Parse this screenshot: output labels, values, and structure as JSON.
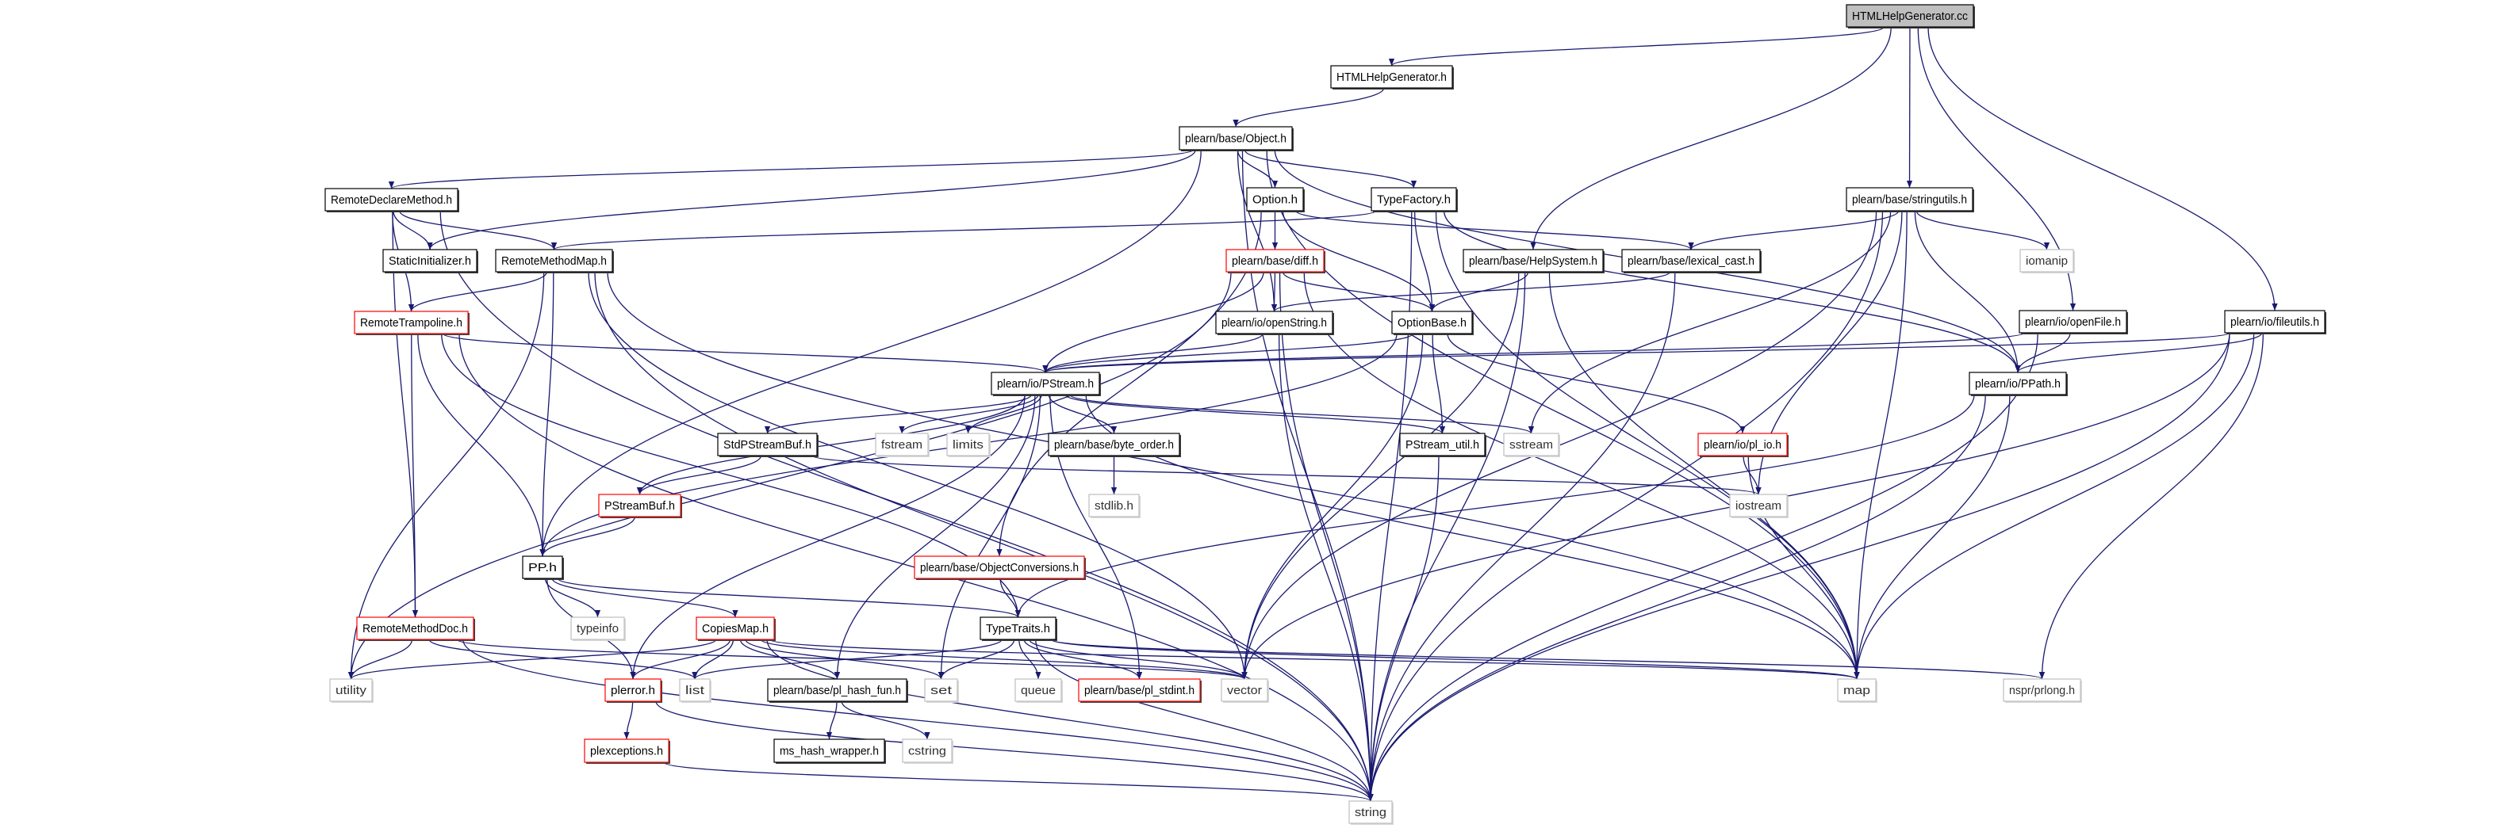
{
  "colors": {
    "edge": "#191970",
    "highlight_border": "#ff0000",
    "system_border": "#bfbfbf",
    "root_fill": "#bfbfbf"
  },
  "nodes": [
    {
      "id": "cc",
      "label": "HTMLHelpGenerator.cc",
      "style": "root"
    },
    {
      "id": "hgh",
      "label": "HTMLHelpGenerator.h",
      "style": "normal"
    },
    {
      "id": "obj",
      "label": "plearn/base/Object.h",
      "style": "normal"
    },
    {
      "id": "rdm",
      "label": "RemoteDeclareMethod.h",
      "style": "normal"
    },
    {
      "id": "opt",
      "label": "Option.h",
      "style": "normal"
    },
    {
      "id": "tf",
      "label": "TypeFactory.h",
      "style": "normal"
    },
    {
      "id": "su",
      "label": "plearn/base/stringutils.h",
      "style": "normal"
    },
    {
      "id": "si",
      "label": "StaticInitializer.h",
      "style": "normal"
    },
    {
      "id": "rmm",
      "label": "RemoteMethodMap.h",
      "style": "normal"
    },
    {
      "id": "diff",
      "label": "plearn/base/diff.h",
      "style": "red"
    },
    {
      "id": "hs",
      "label": "plearn/base/HelpSystem.h",
      "style": "normal"
    },
    {
      "id": "lc",
      "label": "plearn/base/lexical_cast.h",
      "style": "normal"
    },
    {
      "id": "iom",
      "label": "iomanip",
      "style": "gray"
    },
    {
      "id": "rt",
      "label": "RemoteTrampoline.h",
      "style": "red"
    },
    {
      "id": "os",
      "label": "plearn/io/openString.h",
      "style": "normal"
    },
    {
      "id": "ob",
      "label": "OptionBase.h",
      "style": "normal"
    },
    {
      "id": "of",
      "label": "plearn/io/openFile.h",
      "style": "normal"
    },
    {
      "id": "fu",
      "label": "plearn/io/fileutils.h",
      "style": "normal"
    },
    {
      "id": "ps",
      "label": "plearn/io/PStream.h",
      "style": "normal"
    },
    {
      "id": "ppath",
      "label": "plearn/io/PPath.h",
      "style": "normal"
    },
    {
      "id": "spb",
      "label": "StdPStreamBuf.h",
      "style": "normal"
    },
    {
      "id": "fst",
      "label": "fstream",
      "style": "gray"
    },
    {
      "id": "lim",
      "label": "limits",
      "style": "gray"
    },
    {
      "id": "bo",
      "label": "plearn/base/byte_order.h",
      "style": "normal"
    },
    {
      "id": "psu",
      "label": "PStream_util.h",
      "style": "normal"
    },
    {
      "id": "ss",
      "label": "sstream",
      "style": "gray"
    },
    {
      "id": "plio",
      "label": "plearn/io/pl_io.h",
      "style": "red"
    },
    {
      "id": "ios",
      "label": "iostream",
      "style": "gray"
    },
    {
      "id": "psb",
      "label": "PStreamBuf.h",
      "style": "red"
    },
    {
      "id": "std",
      "label": "stdlib.h",
      "style": "gray"
    },
    {
      "id": "pph",
      "label": "PP.h",
      "style": "normal"
    },
    {
      "id": "oc",
      "label": "plearn/base/ObjectConversions.h",
      "style": "red"
    },
    {
      "id": "rmd",
      "label": "RemoteMethodDoc.h",
      "style": "red"
    },
    {
      "id": "ti",
      "label": "typeinfo",
      "style": "gray"
    },
    {
      "id": "cm",
      "label": "CopiesMap.h",
      "style": "red"
    },
    {
      "id": "tt",
      "label": "TypeTraits.h",
      "style": "normal"
    },
    {
      "id": "util",
      "label": "utility",
      "style": "gray"
    },
    {
      "id": "plerr",
      "label": "plerror.h",
      "style": "red"
    },
    {
      "id": "list",
      "label": "list",
      "style": "gray"
    },
    {
      "id": "phf",
      "label": "plearn/base/pl_hash_fun.h",
      "style": "normal"
    },
    {
      "id": "set",
      "label": "set",
      "style": "gray"
    },
    {
      "id": "queue",
      "label": "queue",
      "style": "gray"
    },
    {
      "id": "plstd",
      "label": "plearn/base/pl_stdint.h",
      "style": "red"
    },
    {
      "id": "vec",
      "label": "vector",
      "style": "gray"
    },
    {
      "id": "map",
      "label": "map",
      "style": "gray"
    },
    {
      "id": "nspr",
      "label": "nspr/prlong.h",
      "style": "gray"
    },
    {
      "id": "plex",
      "label": "plexceptions.h",
      "style": "red"
    },
    {
      "id": "msh",
      "label": "ms_hash_wrapper.h",
      "style": "normal"
    },
    {
      "id": "cstr",
      "label": "cstring",
      "style": "gray"
    },
    {
      "id": "str",
      "label": "string",
      "style": "gray"
    }
  ],
  "edges": [
    [
      "cc",
      "hgh"
    ],
    [
      "cc",
      "hs"
    ],
    [
      "cc",
      "su"
    ],
    [
      "cc",
      "of"
    ],
    [
      "cc",
      "fu"
    ],
    [
      "hgh",
      "obj"
    ],
    [
      "obj",
      "rdm"
    ],
    [
      "obj",
      "si"
    ],
    [
      "obj",
      "pph"
    ],
    [
      "obj",
      "str"
    ],
    [
      "obj",
      "opt"
    ],
    [
      "obj",
      "tf"
    ],
    [
      "obj",
      "os"
    ],
    [
      "obj",
      "map"
    ],
    [
      "obj",
      "ppath"
    ],
    [
      "opt",
      "ob"
    ],
    [
      "opt",
      "diff"
    ],
    [
      "opt",
      "oc"
    ],
    [
      "opt",
      "lc"
    ],
    [
      "tf",
      "rmm"
    ],
    [
      "tf",
      "ob"
    ],
    [
      "tf",
      "ppath"
    ],
    [
      "tf",
      "map"
    ],
    [
      "tf",
      "str"
    ],
    [
      "su",
      "lc"
    ],
    [
      "su",
      "iom"
    ],
    [
      "su",
      "ss"
    ],
    [
      "su",
      "ios"
    ],
    [
      "su",
      "vec"
    ],
    [
      "su",
      "map"
    ],
    [
      "su",
      "str"
    ],
    [
      "su",
      "ppath"
    ],
    [
      "rdm",
      "si"
    ],
    [
      "rdm",
      "rmm"
    ],
    [
      "rdm",
      "rt"
    ],
    [
      "rdm",
      "rmd"
    ],
    [
      "rdm",
      "str"
    ],
    [
      "rmm",
      "rt"
    ],
    [
      "rmm",
      "pph"
    ],
    [
      "rmm",
      "util"
    ],
    [
      "rmm",
      "str"
    ],
    [
      "rmm",
      "map"
    ],
    [
      "rmm",
      "vec"
    ],
    [
      "diff",
      "os"
    ],
    [
      "diff",
      "ob"
    ],
    [
      "diff",
      "ps"
    ],
    [
      "diff",
      "str"
    ],
    [
      "diff",
      "map"
    ],
    [
      "diff",
      "util"
    ],
    [
      "hs",
      "ob"
    ],
    [
      "hs",
      "vec"
    ],
    [
      "hs",
      "map"
    ],
    [
      "hs",
      "str"
    ],
    [
      "lc",
      "os"
    ],
    [
      "lc",
      "str"
    ],
    [
      "rt",
      "ps"
    ],
    [
      "rt",
      "pph"
    ],
    [
      "rt",
      "rmd"
    ],
    [
      "rt",
      "tt"
    ],
    [
      "rt",
      "str"
    ],
    [
      "os",
      "ps"
    ],
    [
      "os",
      "str"
    ],
    [
      "ob",
      "ps"
    ],
    [
      "ob",
      "psu"
    ],
    [
      "ob",
      "vec"
    ],
    [
      "ob",
      "plio"
    ],
    [
      "ob",
      "pph"
    ],
    [
      "of",
      "ps"
    ],
    [
      "of",
      "ppath"
    ],
    [
      "of",
      "str"
    ],
    [
      "fu",
      "ps"
    ],
    [
      "fu",
      "ppath"
    ],
    [
      "fu",
      "vec"
    ],
    [
      "fu",
      "map"
    ],
    [
      "fu",
      "nspr"
    ],
    [
      "fu",
      "str"
    ],
    [
      "ps",
      "spb"
    ],
    [
      "ps",
      "fst"
    ],
    [
      "ps",
      "lim"
    ],
    [
      "ps",
      "bo"
    ],
    [
      "ps",
      "psu"
    ],
    [
      "ps",
      "ss"
    ],
    [
      "ps",
      "map"
    ],
    [
      "ps",
      "set"
    ],
    [
      "ps",
      "plstd"
    ],
    [
      "ps",
      "phf"
    ],
    [
      "ps",
      "plerr"
    ],
    [
      "ps",
      "psb"
    ],
    [
      "ppath",
      "tt"
    ],
    [
      "ppath",
      "map"
    ],
    [
      "ppath",
      "str"
    ],
    [
      "psu",
      "str"
    ],
    [
      "plio",
      "ios"
    ],
    [
      "plio",
      "map"
    ],
    [
      "spb",
      "psb"
    ],
    [
      "spb",
      "ios"
    ],
    [
      "bo",
      "std"
    ],
    [
      "psb",
      "pph"
    ],
    [
      "oc",
      "tt"
    ],
    [
      "pph",
      "ti"
    ],
    [
      "pph",
      "cm"
    ],
    [
      "pph",
      "tt"
    ],
    [
      "pph",
      "plerr"
    ],
    [
      "rmd",
      "util"
    ],
    [
      "rmd",
      "list"
    ],
    [
      "rmd",
      "vec"
    ],
    [
      "rmd",
      "str"
    ],
    [
      "cm",
      "util"
    ],
    [
      "cm",
      "plerr"
    ],
    [
      "cm",
      "list"
    ],
    [
      "cm",
      "phf"
    ],
    [
      "cm",
      "set"
    ],
    [
      "cm",
      "map"
    ],
    [
      "cm",
      "vec"
    ],
    [
      "cm",
      "str"
    ],
    [
      "tt",
      "list"
    ],
    [
      "tt",
      "set"
    ],
    [
      "tt",
      "queue"
    ],
    [
      "tt",
      "plstd"
    ],
    [
      "tt",
      "vec"
    ],
    [
      "tt",
      "map"
    ],
    [
      "tt",
      "nspr"
    ],
    [
      "tt",
      "str"
    ],
    [
      "plerr",
      "plex"
    ],
    [
      "plerr",
      "str"
    ],
    [
      "phf",
      "msh"
    ],
    [
      "phf",
      "cstr"
    ],
    [
      "plex",
      "str"
    ]
  ]
}
